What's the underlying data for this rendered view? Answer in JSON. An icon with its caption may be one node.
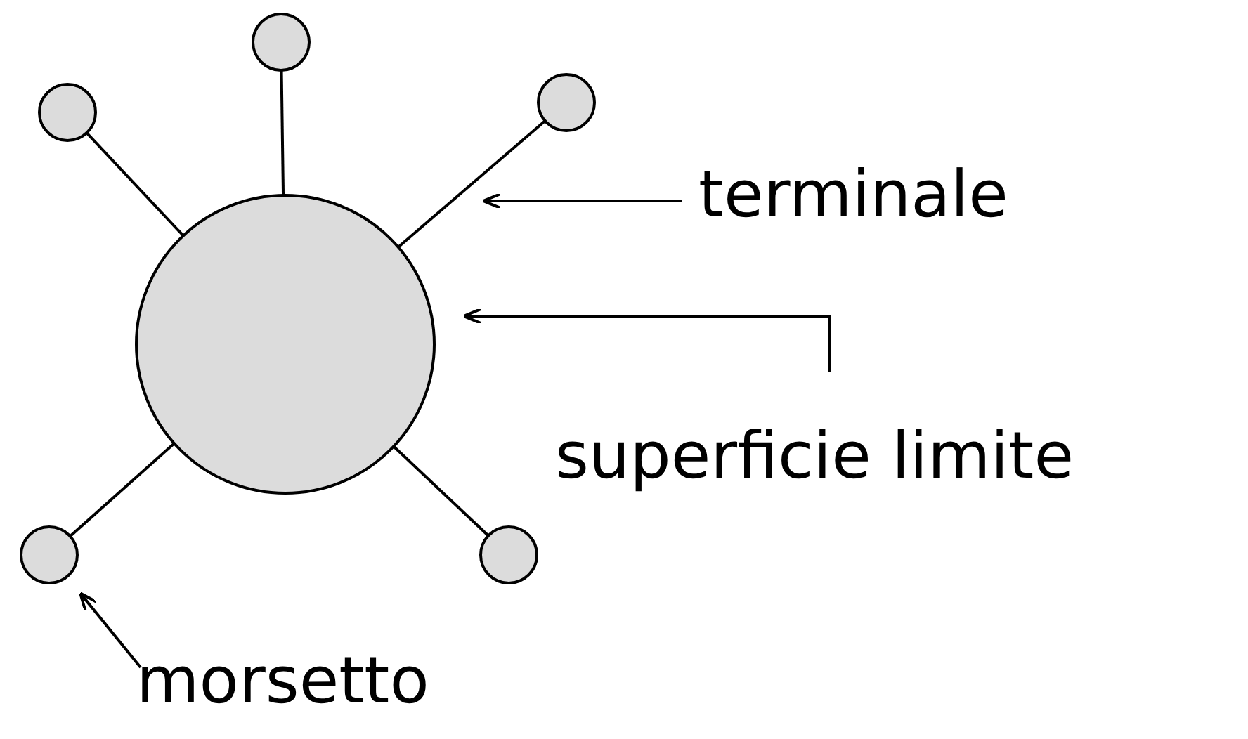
{
  "diagram": {
    "nodes": [
      {
        "text": [],
        "shape": "circle"
      },
      {
        "text": [],
        "shape": "circle"
      },
      {
        "text": [],
        "shape": "circle"
      },
      {
        "text": [],
        "shape": "circle"
      },
      {
        "text": [
          "terminale"
        ]
      },
      {
        "text": [
          "superficie limite"
        ]
      },
      {
        "text": [],
        "shape": "circle"
      },
      {
        "text": [],
        "shape": "circle"
      },
      {
        "text": [
          "morsetto"
        ]
      }
    ],
    "edges": [
      {
        "from": 3,
        "to": 0,
        "arrow": "none"
      },
      {
        "from": 3,
        "to": 1,
        "arrow": "none"
      },
      {
        "from": 3,
        "to": 2,
        "arrow": "none"
      },
      {
        "from": 3,
        "to": 6,
        "arrow": "none"
      },
      {
        "from": 3,
        "to": 7,
        "arrow": "none"
      },
      {
        "from": 4,
        "to": null,
        "arrow": "to"
      },
      {
        "from": 5,
        "to": 3,
        "arrow": "to"
      },
      {
        "from": 8,
        "to": 6,
        "arrow": "to"
      }
    ]
  }
}
